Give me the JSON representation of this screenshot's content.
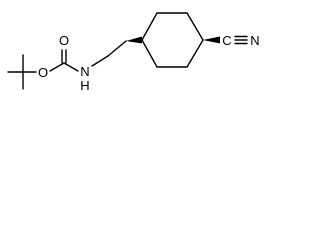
{
  "molecule": {
    "atoms": {
      "carbonyl_oxygen": "O",
      "ester_oxygen": "O",
      "amine_nitrogen": "N",
      "amine_hydrogen": "H",
      "nitrile_carbon": "C",
      "nitrile_nitrogen": "N"
    },
    "colors": {
      "bond": "#000000",
      "label": "#000000",
      "background": "#ffffff"
    }
  }
}
